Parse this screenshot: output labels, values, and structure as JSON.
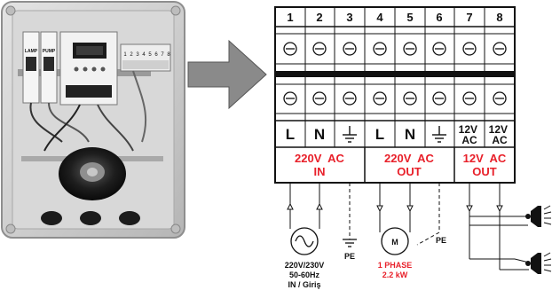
{
  "photo": {
    "breaker_labels": [
      "LAMP",
      "PUMP"
    ],
    "terminal_strip_digits": [
      "1",
      "2",
      "3",
      "4",
      "5",
      "6",
      "7",
      "8"
    ]
  },
  "terminals": {
    "numbers": [
      "1",
      "2",
      "3",
      "4",
      "5",
      "6",
      "7",
      "8"
    ],
    "labels": [
      "L",
      "N",
      "",
      "L",
      "N",
      "",
      "12V AC",
      "12V AC"
    ],
    "ground_icons": [
      false,
      false,
      true,
      false,
      false,
      true,
      false,
      false
    ]
  },
  "groups": [
    {
      "line1": "220V  AC",
      "line2": "IN"
    },
    {
      "line1": "220V  AC",
      "line2": "OUT"
    },
    {
      "line1": "12V  AC",
      "line2": "OUT"
    }
  ],
  "captions": {
    "source": [
      "220V/230V",
      "50-60Hz",
      "IN / Giriş"
    ],
    "pe_in": "PE",
    "pe_out": "PE",
    "motor_symbol": "M",
    "motor": [
      "1 PHASE",
      "2.2 kW"
    ]
  },
  "colors": {
    "accent_red": "#e8202a",
    "arrow_gray": "#8a8a8a",
    "ink": "#111111"
  },
  "icons": [
    "screw-icon",
    "ground-icon",
    "ac-source-icon",
    "motor-icon",
    "lamp-icon",
    "arrow-right-icon"
  ]
}
